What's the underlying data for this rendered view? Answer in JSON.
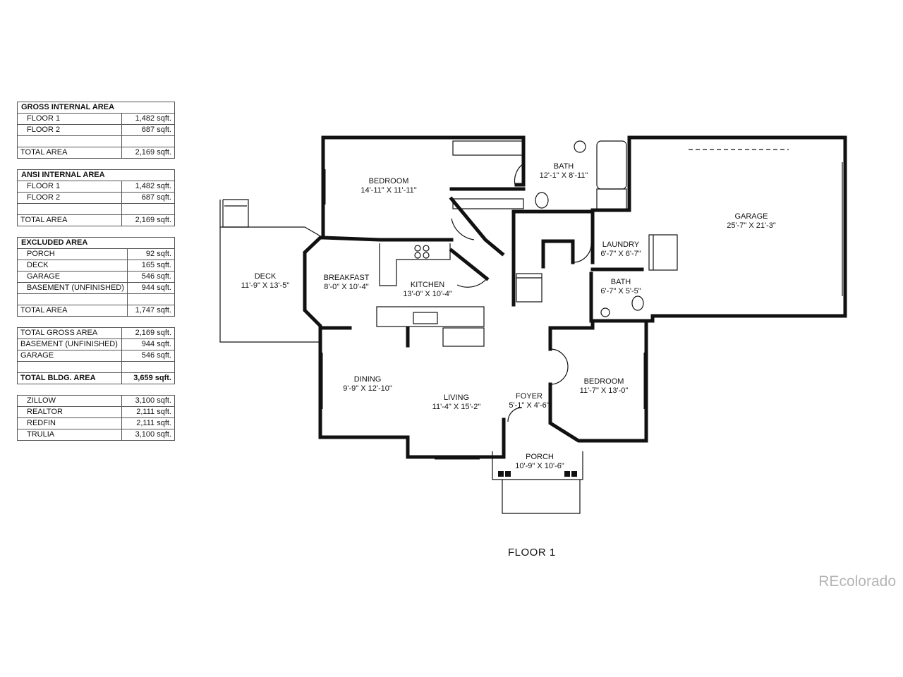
{
  "tables": {
    "gross": {
      "title": "GROSS INTERNAL AREA",
      "rows": [
        {
          "label": "FLOOR 1",
          "value": "1,482 sqft."
        },
        {
          "label": "FLOOR 2",
          "value": "687 sqft."
        }
      ],
      "total": {
        "label": "TOTAL AREA",
        "value": "2,169 sqft."
      }
    },
    "ansi": {
      "title": "ANSI INTERNAL AREA",
      "rows": [
        {
          "label": "FLOOR 1",
          "value": "1,482 sqft."
        },
        {
          "label": "FLOOR 2",
          "value": "687 sqft."
        }
      ],
      "total": {
        "label": "TOTAL AREA",
        "value": "2,169 sqft."
      }
    },
    "excluded": {
      "title": "EXCLUDED AREA",
      "rows": [
        {
          "label": "PORCH",
          "value": "92 sqft."
        },
        {
          "label": "DECK",
          "value": "165 sqft."
        },
        {
          "label": "GARAGE",
          "value": "546 sqft."
        },
        {
          "label": "BASEMENT (UNFINISHED)",
          "value": "944 sqft."
        }
      ],
      "total": {
        "label": "TOTAL AREA",
        "value": "1,747 sqft."
      }
    },
    "summary": {
      "rows": [
        {
          "label": "TOTAL GROSS AREA",
          "value": "2,169 sqft."
        },
        {
          "label": "BASEMENT (UNFINISHED)",
          "value": "944 sqft."
        },
        {
          "label": "GARAGE",
          "value": "546 sqft."
        }
      ],
      "total": {
        "label": "TOTAL BLDG. AREA",
        "value": "3,659 sqft."
      }
    },
    "sites": {
      "rows": [
        {
          "label": "ZILLOW",
          "value": "3,100 sqft."
        },
        {
          "label": "REALTOR",
          "value": "2,111 sqft."
        },
        {
          "label": "REDFIN",
          "value": "2,111 sqft."
        },
        {
          "label": "TRULIA",
          "value": "3,100 sqft."
        }
      ]
    }
  },
  "rooms": {
    "bedroom1": {
      "name": "BEDROOM",
      "dims": "14'-11\" X 11'-11\""
    },
    "bath1": {
      "name": "BATH",
      "dims": "12'-1\" X 8'-11\""
    },
    "garage": {
      "name": "GARAGE",
      "dims": "25'-7\" X 21'-3\""
    },
    "laundry": {
      "name": "LAUNDRY",
      "dims": "6'-7\" X 6'-7\""
    },
    "bath2": {
      "name": "BATH",
      "dims": "6'-7\" X 5'-5\""
    },
    "deck": {
      "name": "DECK",
      "dims": "11'-9\" X 13'-5\""
    },
    "breakfast": {
      "name": "BREAKFAST",
      "dims": "8'-0\" X 10'-4\""
    },
    "kitchen": {
      "name": "KITCHEN",
      "dims": "13'-0\" X 10'-4\""
    },
    "dining": {
      "name": "DINING",
      "dims": "9'-9\" X 12'-10\""
    },
    "living": {
      "name": "LIVING",
      "dims": "11'-4\" X 15'-2\""
    },
    "foyer": {
      "name": "FOYER",
      "dims": "5'-1\" X 4'-6\""
    },
    "bedroom2": {
      "name": "BEDROOM",
      "dims": "11'-7\" X 13'-0\""
    },
    "porch": {
      "name": "PORCH",
      "dims": "10'-9\" X 10'-6\""
    }
  },
  "floor_title": "FLOOR 1",
  "brand": "REcolorado",
  "colors": {
    "wall": "#111111",
    "thin": "#444444",
    "brand": "#b5b5b5"
  }
}
